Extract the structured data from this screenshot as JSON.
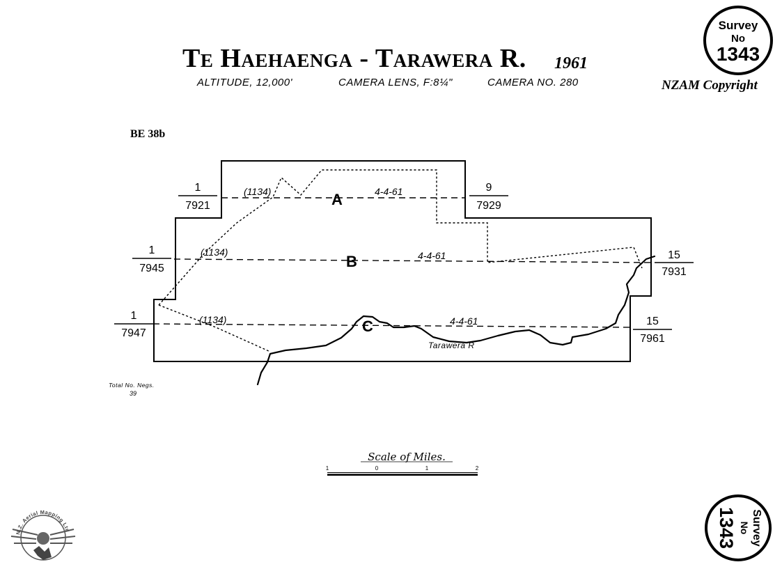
{
  "header": {
    "title": "Te Haehaenga - Tarawera R.",
    "year": "1961",
    "altitude": "Altitude, 12,000'",
    "lens": "Camera Lens, F:8¼\"",
    "camera": "Camera No. 280",
    "copyright": "NZAM Copyright",
    "sheet_ref": "BE 38b"
  },
  "stamp_top": {
    "line1": "Survey",
    "line2": "No",
    "number": "1343"
  },
  "stamp_bottom": {
    "line1": "Survey",
    "line2": "No",
    "number": "1343"
  },
  "strips": [
    {
      "letter": "A",
      "date": "4-4-61",
      "height": "(1134)",
      "start_top": "1",
      "start_bottom": "7921",
      "end_top": "9",
      "end_bottom": "7929"
    },
    {
      "letter": "B",
      "date": "4-4-61",
      "height": "(1134)",
      "start_top": "1",
      "start_bottom": "7945",
      "end_top": "15",
      "end_bottom": "7931"
    },
    {
      "letter": "C",
      "date": "4-4-61",
      "height": "(1134)",
      "start_top": "1",
      "start_bottom": "7947",
      "end_top": "15",
      "end_bottom": "7961"
    }
  ],
  "river_label": "Tarawera R",
  "total_negs": {
    "label": "Total No. Negs.",
    "value": "39"
  },
  "scale": {
    "title": "Scale of Miles.",
    "ticks": [
      "1",
      "0",
      "1",
      "2"
    ]
  },
  "logo": {
    "text": "N.Z. Aerial Mapping Ltd"
  }
}
